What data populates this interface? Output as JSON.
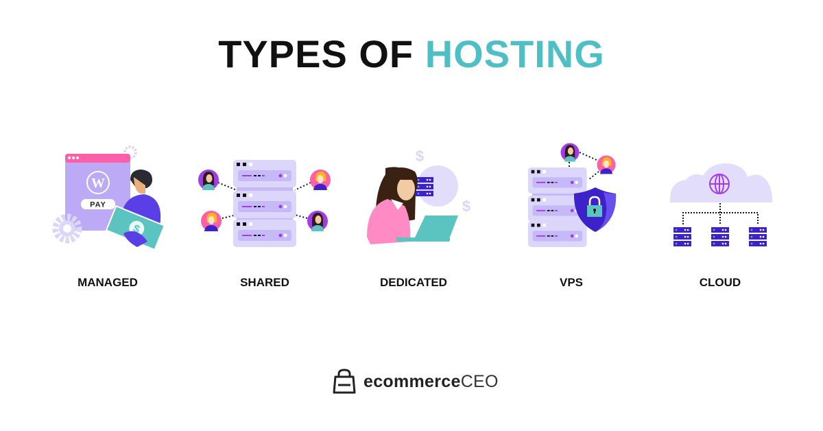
{
  "title": {
    "part1": "TYPES OF ",
    "part2": "HOSTING"
  },
  "colors": {
    "accent": "#4dbfc5",
    "purple": "#5b3fe6",
    "lavender": "#dcd6fb",
    "pink": "#ff5fa8",
    "teal": "#5cc4c0"
  },
  "types": [
    {
      "label": "MANAGED",
      "icon": "wordpress-payment-illustration",
      "button_text": "PAY",
      "currency": "$"
    },
    {
      "label": "SHARED",
      "icon": "shared-server-users-illustration"
    },
    {
      "label": "DEDICATED",
      "icon": "dedicated-server-user-illustration",
      "currency": "$"
    },
    {
      "label": "VPS",
      "icon": "secure-server-shield-illustration"
    },
    {
      "label": "CLOUD",
      "icon": "cloud-network-illustration"
    }
  ],
  "brand": {
    "name_bold": "ecommerce",
    "name_light": "CEO",
    "icon": "shopping-bag-icon"
  }
}
